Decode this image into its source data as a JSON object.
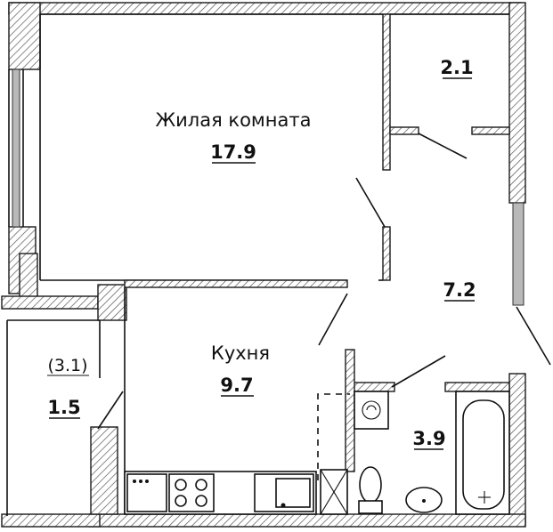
{
  "rooms": {
    "living": {
      "label": "Жилая комната",
      "area": "17.9"
    },
    "storage": {
      "area": "2.1"
    },
    "hall": {
      "area": "7.2"
    },
    "loggia": {
      "area_full": "(3.1)",
      "area": "1.5"
    },
    "kitchen": {
      "label": "Кухня",
      "area": "9.7"
    },
    "bathroom": {
      "area": "3.9"
    }
  },
  "colors": {
    "wall_outline": "#1a1a1a",
    "hatch": "#555555",
    "glazing": "#b9b9b9",
    "text": "#111111"
  }
}
